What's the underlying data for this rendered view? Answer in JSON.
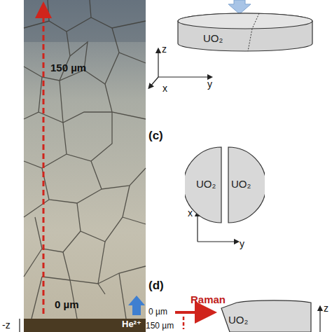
{
  "diagram": {
    "nodes": [
      {
        "text": [
          "UO₂"
        ]
      },
      {
        "text": [
          "UO₂"
        ]
      },
      {
        "text": [
          "UO₂"
        ]
      },
      {
        "text": [
          "UO₂"
        ]
      }
    ],
    "edges": [],
    "labels": [
      "150 µm",
      "0 µm",
      "He²⁺",
      "z",
      "x",
      "y",
      "(c)",
      "x",
      "y",
      "(d)",
      "Raman",
      "0 µm",
      "150 µm",
      "z",
      "-z"
    ]
  }
}
